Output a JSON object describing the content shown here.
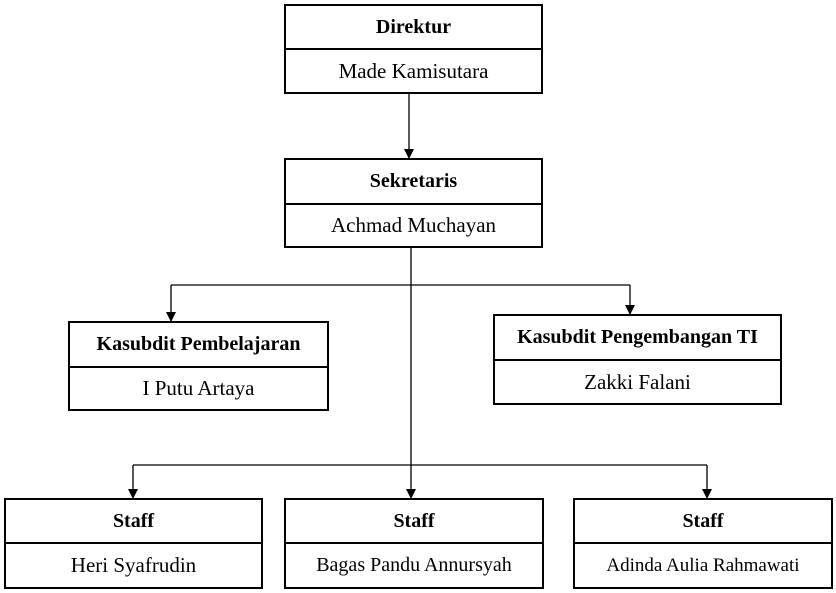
{
  "org_chart": {
    "direktur": {
      "title": "Direktur",
      "name": "Made Kamisutara"
    },
    "sekretaris": {
      "title": "Sekretaris",
      "name": "Achmad Muchayan"
    },
    "kasubdit_pembelajaran": {
      "title": "Kasubdit Pembelajaran",
      "name": "I Putu Artaya"
    },
    "kasubdit_pengembangan": {
      "title": "Kasubdit Pengembangan TI",
      "name": "Zakki Falani"
    },
    "staff": [
      {
        "title": "Staff",
        "name": "Heri Syafrudin"
      },
      {
        "title": "Staff",
        "name": "Bagas Pandu Annursyah"
      },
      {
        "title": "Staff",
        "name": "Adinda Aulia Rahmawati"
      }
    ]
  }
}
